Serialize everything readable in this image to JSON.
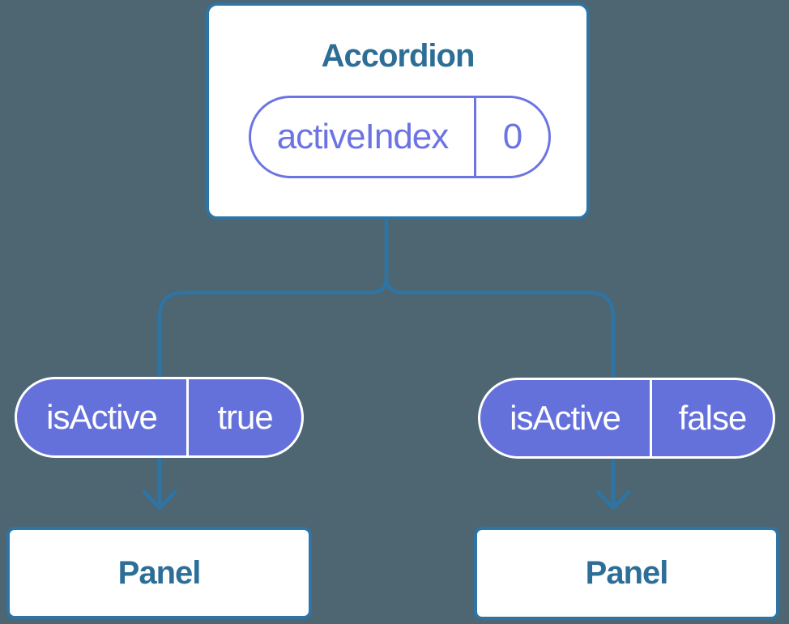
{
  "diagram": {
    "root_card": {
      "title": "Accordion",
      "state_pill": {
        "name": "activeIndex",
        "value": "0"
      }
    },
    "prop_pills": [
      {
        "name": "isActive",
        "value": "true"
      },
      {
        "name": "isActive",
        "value": "false"
      }
    ],
    "child_cards": [
      {
        "title": "Panel"
      },
      {
        "title": "Panel"
      }
    ]
  },
  "colors": {
    "background": "#4D6671",
    "connector_blue": "#2E74A4",
    "card_border_blue": "#2E74A4",
    "heading_text_blue": "#2D6E97",
    "pill_purple": "#6571DB",
    "pill_outline_purple": "#6C74E4",
    "card_background": "#FFFFFF",
    "pill_text_white": "#FFFFFF"
  }
}
